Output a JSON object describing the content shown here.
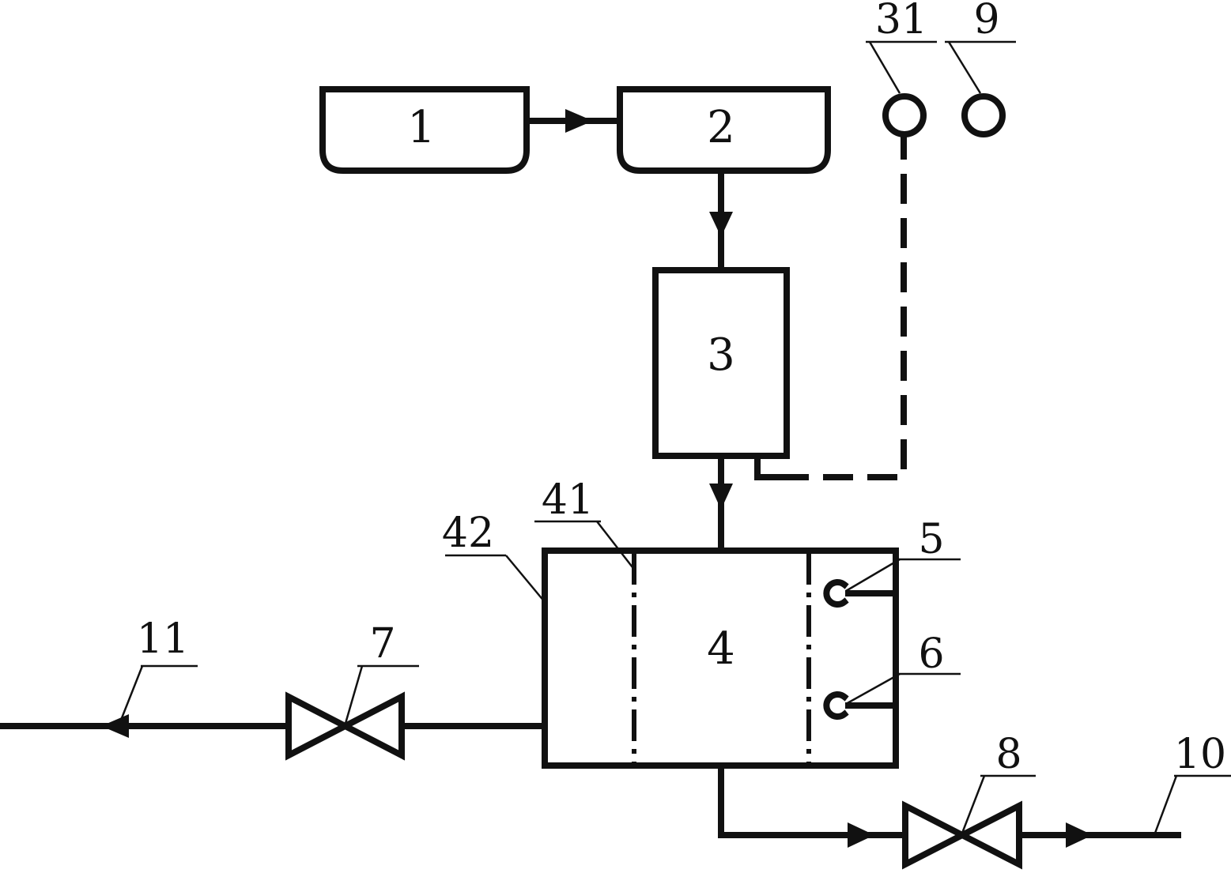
{
  "boxes": {
    "b1": "1",
    "b2": "2",
    "b3": "3",
    "b4": "4"
  },
  "callouts": {
    "c31": "31",
    "c9": "9",
    "c41": "41",
    "c42": "42",
    "c5": "5",
    "c6": "6",
    "c7": "7",
    "c8": "8",
    "c10": "10",
    "c11": "11"
  }
}
